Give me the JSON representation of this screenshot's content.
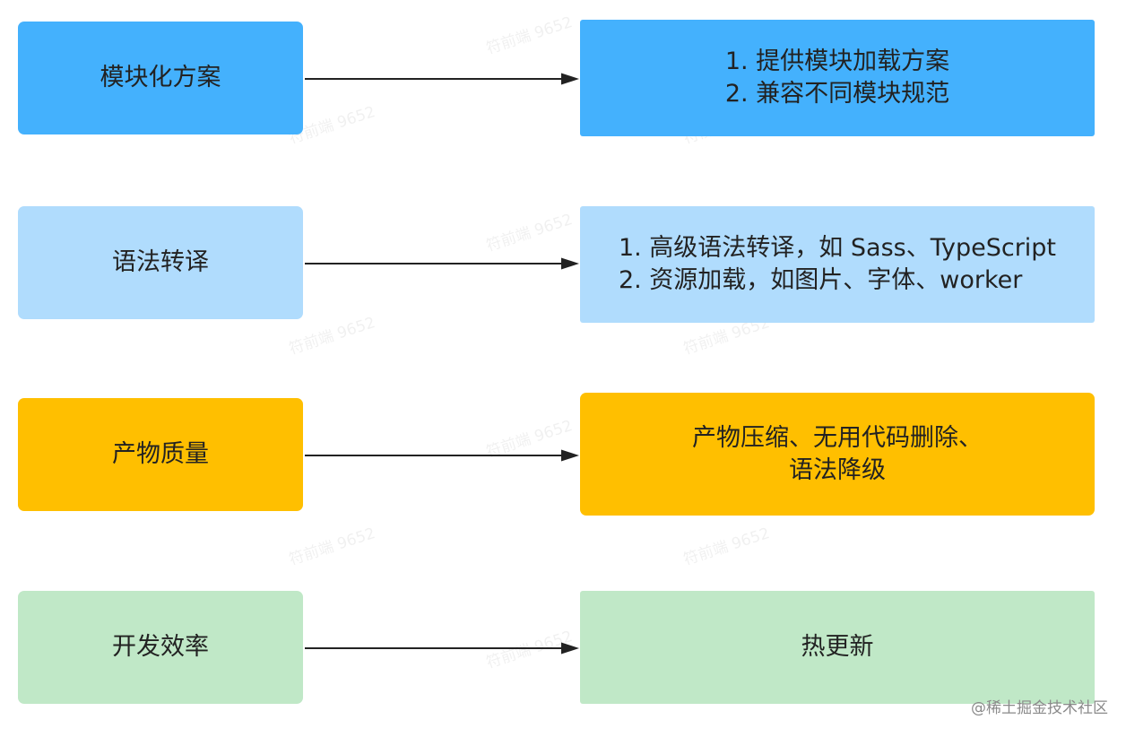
{
  "colors": {
    "row1": "#44b1fd",
    "row2": "#b0dcfd",
    "row3": "#ffbf00",
    "row4": "#c0e8c7",
    "arrow": "#222222"
  },
  "rows": [
    {
      "left": "模块化方案",
      "right": [
        "1. 提供模块加载方案",
        "2. 兼容不同模块规范"
      ]
    },
    {
      "left": "语法转译",
      "right": [
        "1. 高级语法转译，如 Sass、TypeScript",
        "2. 资源加载，如图片、字体、worker"
      ]
    },
    {
      "left": "产物质量",
      "right": [
        "产物压缩、无用代码删除、",
        "语法降级"
      ]
    },
    {
      "left": "开发效率",
      "right": [
        "热更新"
      ]
    }
  ],
  "watermark": "符前端 9652",
  "credit": "@稀土掘金技术社区"
}
